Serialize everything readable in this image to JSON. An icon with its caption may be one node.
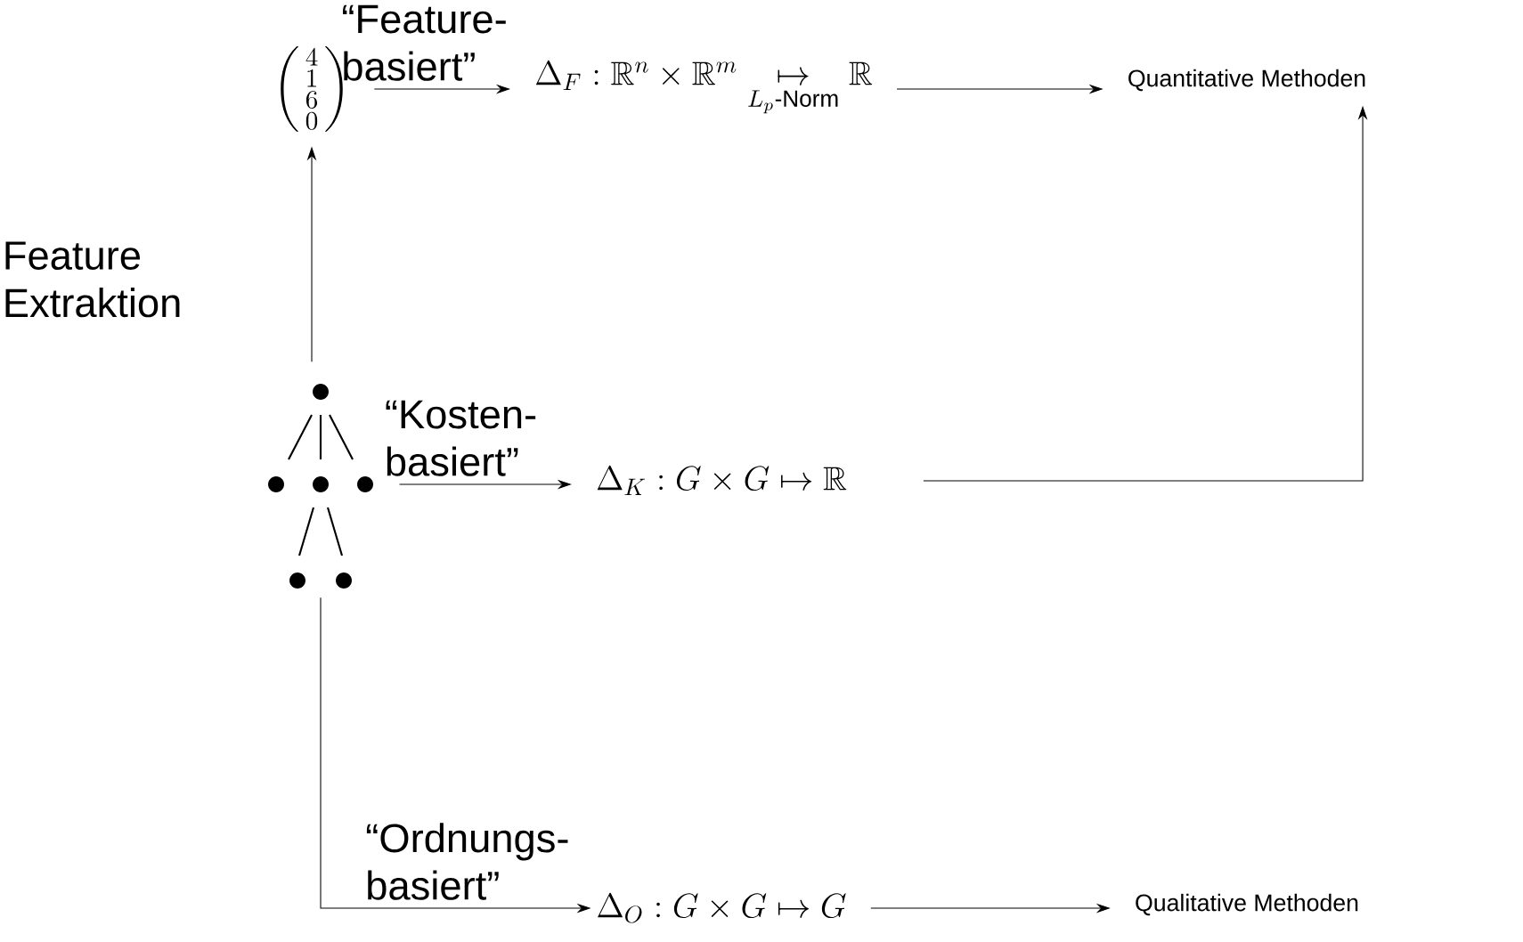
{
  "diagram": {
    "nodes": [
      {
        "text": [
          "\\left(\\begin{smallmatrix}4\\\\1\\\\6\\\\0\\end{smallmatrix}\\right)"
        ]
      },
      {
        "text": [
          "\\Delta_F : \\mathbb{R}^n \\times \\mathbb{R}^m \\underset{L_p\\text{-Norm}}{\\mapsto} \\mathbb{R}"
        ]
      },
      {
        "text": [
          "Quantitative Methoden"
        ]
      },
      {
        "text": [],
        "shape": "picture"
      },
      {
        "text": [
          "\\Delta_K : G \\times G \\mapsto \\mathbb{R}"
        ]
      },
      {
        "text": [
          "\\Delta_O : G \\times G \\mapsto G"
        ]
      },
      {
        "text": [
          "Qualitative Methoden"
        ]
      }
    ],
    "edges": [
      {
        "from": 0,
        "to": 1,
        "arrow": "to",
        "label": "“Feature-basiert”"
      },
      {
        "from": 1,
        "to": 2,
        "arrow": "to"
      },
      {
        "from": 3,
        "to": 0,
        "arrow": "to",
        "label": "Feature Extraktion"
      },
      {
        "from": 3,
        "to": 4,
        "arrow": "to",
        "label": "“Kosten-basiert”"
      },
      {
        "from": 4,
        "to": 2,
        "arrow": "to"
      },
      {
        "from": 3,
        "to": 5,
        "arrow": "to",
        "label": "“Ordnungs-basiert”"
      },
      {
        "from": 5,
        "to": 6,
        "arrow": "to"
      }
    ]
  }
}
